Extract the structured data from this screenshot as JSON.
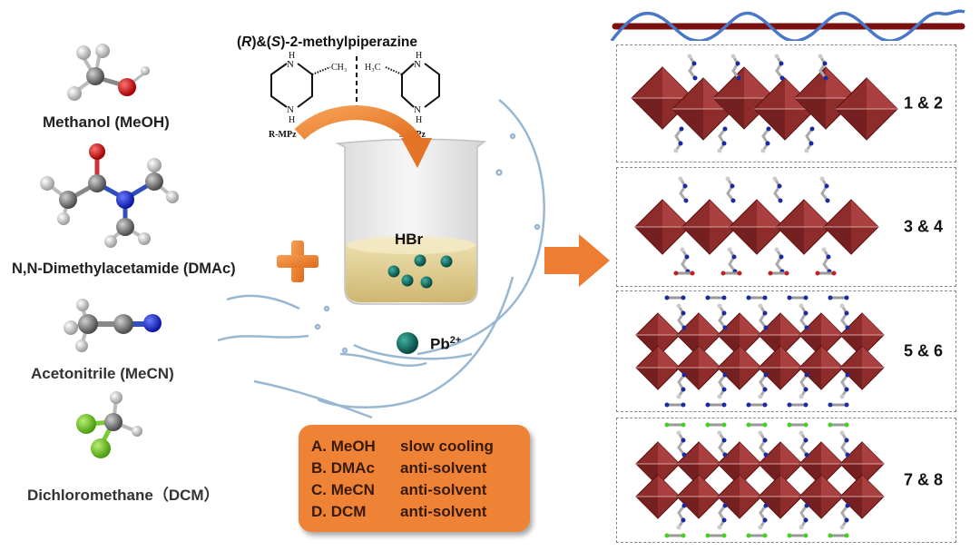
{
  "solvents": [
    {
      "label": "Methanol (MeOH)",
      "molecule": "methanol-molecule"
    },
    {
      "label": "N,N-Dimethylacetamide (DMAc)",
      "molecule": "dmac-molecule"
    },
    {
      "label": "Acetonitrile (MeCN)",
      "molecule": "acetonitrile-molecule"
    },
    {
      "label": "Dichloromethane（DCM）",
      "molecule": "dcm-molecule"
    }
  ],
  "reactant": {
    "title_parts": [
      "(",
      "R",
      ")&(",
      "S",
      ")-2-methylpiperazine"
    ],
    "r_isomer_label": "R-MPz",
    "s_isomer_label": "S-MPz",
    "r_methyl": "CH₃",
    "s_methyl": "H₃C",
    "nh": "N",
    "h": "H"
  },
  "beaker": {
    "solution_label": "HBr"
  },
  "legend": {
    "ion_label": "Pb",
    "ion_charge": "2+"
  },
  "conditions": [
    {
      "solvent": "A. MeOH",
      "method": "slow cooling"
    },
    {
      "solvent": "B. DMAc",
      "method": "anti-solvent"
    },
    {
      "solvent": "C. MeCN",
      "method": "anti-solvent"
    },
    {
      "solvent": "D. DCM",
      "method": "anti-solvent"
    }
  ],
  "structures": [
    {
      "label": "1 & 2"
    },
    {
      "label": "3 & 4"
    },
    {
      "label": "5 & 6"
    },
    {
      "label": "7 & 8"
    }
  ],
  "colors": {
    "orange": "#ee8336",
    "octahedron": "#8b2a2a",
    "helix": "#4a78c8",
    "rod": "#7a1010",
    "pb_ion": "#0f6b60",
    "solution": "#d8c27a"
  }
}
